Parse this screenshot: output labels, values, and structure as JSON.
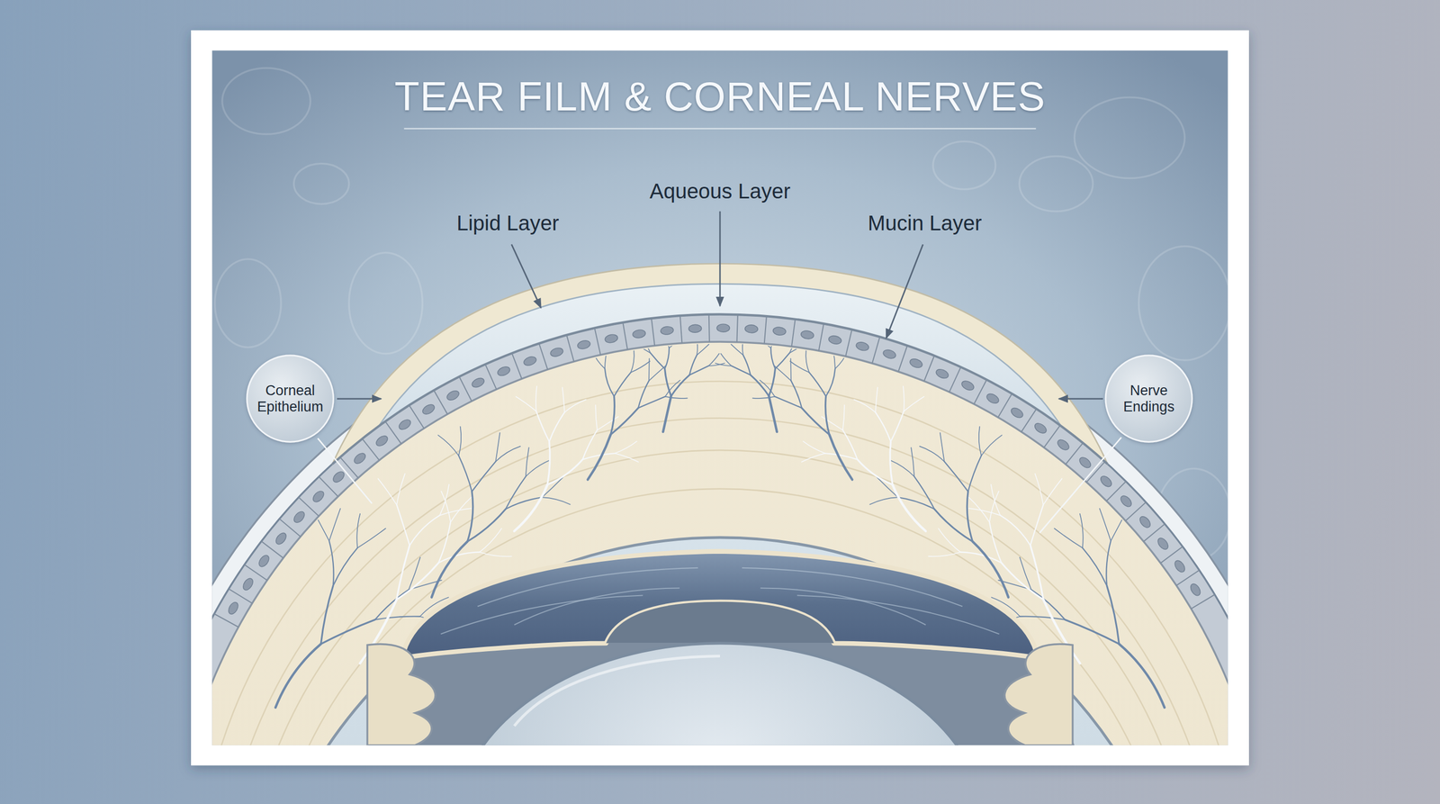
{
  "diagram": {
    "title": "TEAR FILM & CORNEAL NERVES",
    "nodes": [
      {
        "text": [
          "Corneal Epithelium"
        ]
      },
      {
        "text": [
          "Nerve Endings"
        ]
      }
    ],
    "labels": [
      "Lipid Layer",
      "Aqueous Layer",
      "Mucin Layer"
    ]
  }
}
